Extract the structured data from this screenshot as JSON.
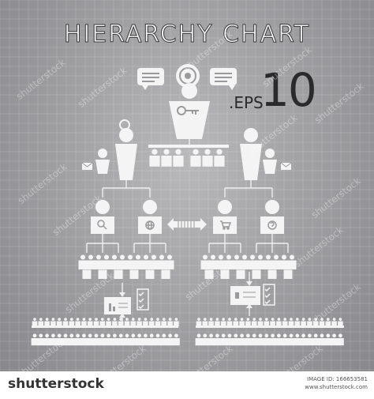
{
  "title": "HIERARCHY CHART",
  "eps": {
    "label": ".EPS",
    "number": "10"
  },
  "footer": {
    "brand": "shutterstock",
    "image_id_line": "IMAGE ID: 166653581",
    "site_line": "www.shutterstock.com"
  },
  "watermark": "shutterstock",
  "colors": {
    "background": "#a0a0a3",
    "icon_fill": "#f4f4f4",
    "line": "#ededed",
    "text_dark": "#2a2a2a"
  },
  "icons": [
    "chat-bubble-icon",
    "target-icon",
    "key-icon",
    "lightbulb-icon",
    "mail-icon",
    "search-icon",
    "globe-icon",
    "cart-icon",
    "question-icon",
    "double-arrow-icon",
    "presentation-icon",
    "checklist-icon"
  ]
}
